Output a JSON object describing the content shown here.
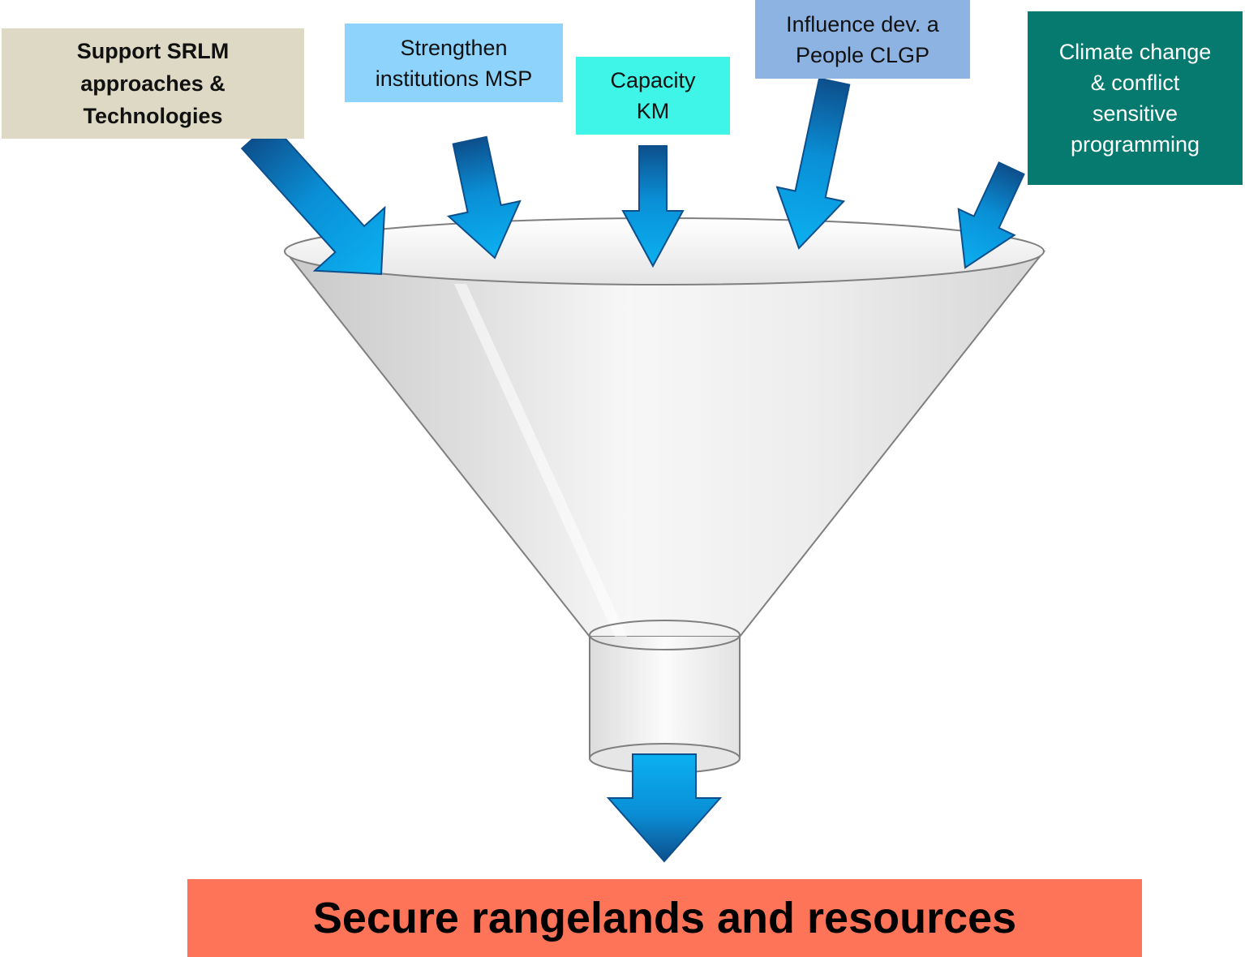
{
  "inputs": [
    {
      "id": "srlm",
      "label": "Support SRLM\napproaches &\nTechnologies"
    },
    {
      "id": "msp",
      "label": "Strengthen\ninstitutions MSP"
    },
    {
      "id": "km",
      "label": "Capacity\nKM"
    },
    {
      "id": "clgp",
      "label": "Influence dev. a\nPeople CLGP"
    },
    {
      "id": "climate",
      "label": "Climate change\n& conflict\nsensitive\nprogramming"
    }
  ],
  "outcome": {
    "label": "Secure rangelands and resources"
  },
  "colors": {
    "srlm": "#ddd9c4",
    "msp": "#8dd3fb",
    "km": "#3ef5e7",
    "clgp": "#8db3e2",
    "climate": "#067a6e",
    "outcome": "#fd7458",
    "arrow": "#0aa6e6",
    "arrow_dark": "#0d4f8c"
  }
}
